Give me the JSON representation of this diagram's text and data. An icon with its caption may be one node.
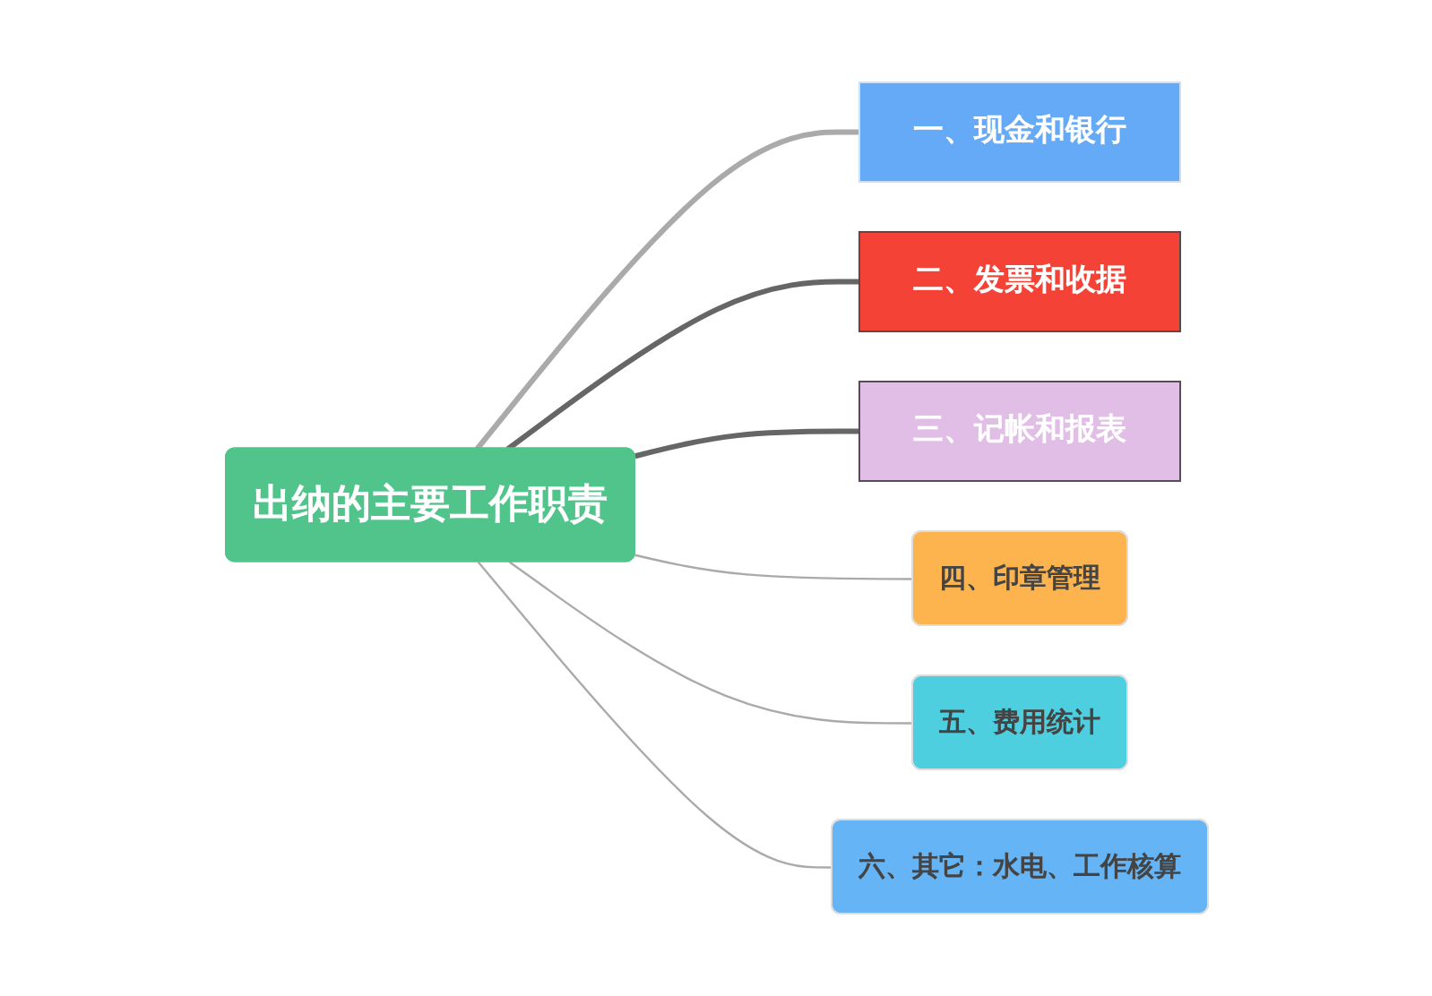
{
  "diagram": {
    "nodes": [
      {
        "text": [
          "出纳的主要工作职责"
        ]
      },
      {
        "text": [
          "一、现金和银行"
        ]
      },
      {
        "text": [
          "二、发票和收据"
        ]
      },
      {
        "text": [
          "三、记帐和报表"
        ]
      },
      {
        "text": [
          "四、印章管理"
        ]
      },
      {
        "text": [
          "五、费用统计"
        ]
      },
      {
        "text": [
          "六、其它：水电、工作核算"
        ]
      }
    ],
    "edges": [
      {
        "from": 0,
        "to": 1,
        "arrow": "none",
        "style": "thick"
      },
      {
        "from": 0,
        "to": 2,
        "arrow": "none",
        "style": "thick",
        "color": "#666666"
      },
      {
        "from": 0,
        "to": 3,
        "arrow": "none",
        "style": "thick",
        "color": "#666666"
      },
      {
        "from": 0,
        "to": 4,
        "arrow": "none"
      },
      {
        "from": 0,
        "to": 5,
        "arrow": "none"
      },
      {
        "from": 0,
        "to": 6,
        "arrow": "none"
      }
    ]
  }
}
